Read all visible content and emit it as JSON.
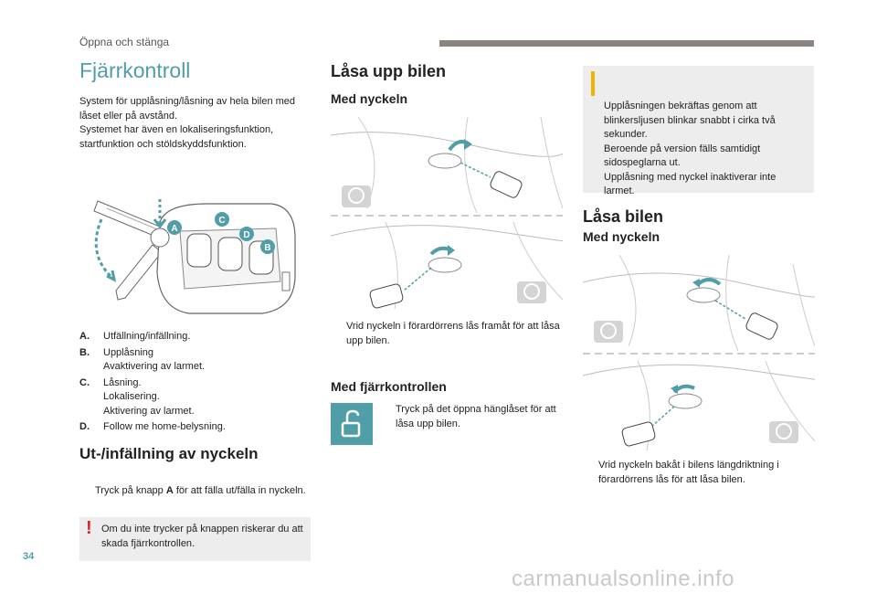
{
  "header": {
    "section": "Öppna och stänga"
  },
  "left": {
    "title": "Fjärrkontroll",
    "intro": "System för upplåsning/låsning av hela bilen med låset eller på avstånd.\nSystemet har även en lokaliseringsfunktion, startfunktion och stöldskyddsfunktion.",
    "figure_labels": [
      "A",
      "B",
      "C",
      "D"
    ],
    "definitions": [
      {
        "key": "A.",
        "value": "Utfällning/infällning."
      },
      {
        "key": "B.",
        "value": "Upplåsning\nAvaktivering av larmet."
      },
      {
        "key": "C.",
        "value": "Låsning.\nLokalisering.\nAktivering av larmet."
      },
      {
        "key": "D.",
        "value": "Follow me home-belysning."
      }
    ],
    "fold_heading": "Ut-/infällning av nyckeln",
    "fold_step_pre": "Tryck på knapp ",
    "fold_step_key": "A",
    "fold_step_post": " för att fälla ut/fälla in nyckeln.",
    "warning_mark": "!",
    "warning": "Om du inte trycker på knappen riskerar du att skada fjärrkontrollen."
  },
  "middle": {
    "heading": "Låsa upp bilen",
    "sub1": "Med nyckeln",
    "step1": "Vrid nyckeln i förardörrens lås framåt för att låsa upp bilen.",
    "sub2": "Med fjärrkontrollen",
    "step2": "Tryck på det öppna hänglåset för att låsa upp bilen."
  },
  "right": {
    "info": "Upplåsningen bekräftas genom att blinkersljusen blinkar snabbt i cirka två sekunder.\nBeroende på version fälls samtidigt sidospeglarna ut.\nUpplåsning med nyckel inaktiverar inte larmet.",
    "heading": "Låsa bilen",
    "sub1": "Med nyckeln",
    "step1": "Vrid nyckeln bakåt i bilens längdriktning i förardörrens lås för att låsa bilen."
  },
  "footer": {
    "page_number": "34",
    "watermark": "carmanualsonline.info"
  },
  "bullet_symbol": "",
  "colors": {
    "accent": "#4f9ea8",
    "warning": "#d8232a",
    "info": "#f0b400",
    "header_bar": "#8b8481",
    "callout_bg": "#ededed"
  }
}
